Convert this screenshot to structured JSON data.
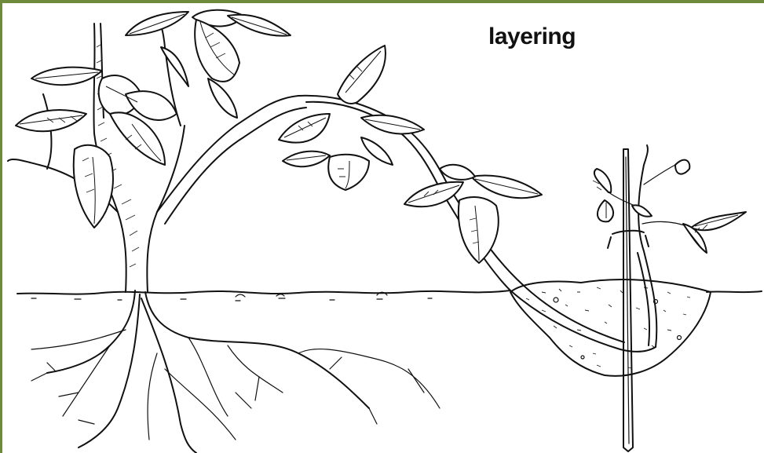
{
  "caption": "layering",
  "colors": {
    "frame": "#6e8a3c",
    "ink": "#111111",
    "background": "#ffffff"
  },
  "illustration": {
    "parts": [
      "parent-plant",
      "arching-stem",
      "soil-line",
      "soil-mound",
      "stake",
      "new-plant",
      "roots"
    ]
  }
}
